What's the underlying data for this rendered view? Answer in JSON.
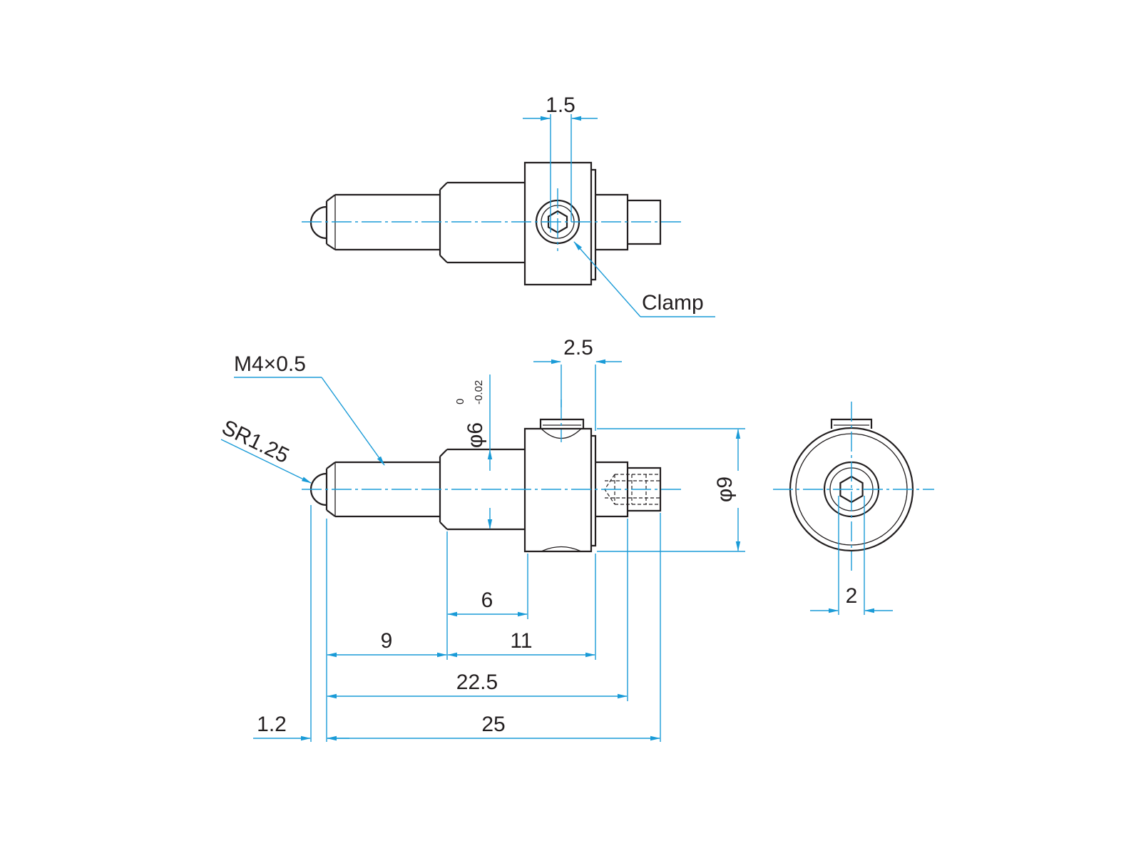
{
  "drawing": {
    "top_view": {
      "dim_clamp_slot": "1.5",
      "callout_clamp": "Clamp"
    },
    "front_view": {
      "callout_thread": "M4×0.5",
      "callout_sphere": "SR1.25",
      "dim_clamp_width": "2.5",
      "dim_shaft_dia_main": "φ6",
      "dim_shaft_dia_upper": "0",
      "dim_shaft_dia_lower": "-0.02",
      "dim_collar_dia": "φ9",
      "dim_shoulder_len": "6",
      "dim_thread_len": "9",
      "dim_to_collar": "11",
      "dim_to_step": "22.5",
      "dim_overall": "25",
      "dim_tip": "1.2"
    },
    "side_view": {
      "dim_hex": "2"
    },
    "colors": {
      "outline": "#231f20",
      "dimension": "#1a9bd7"
    }
  }
}
